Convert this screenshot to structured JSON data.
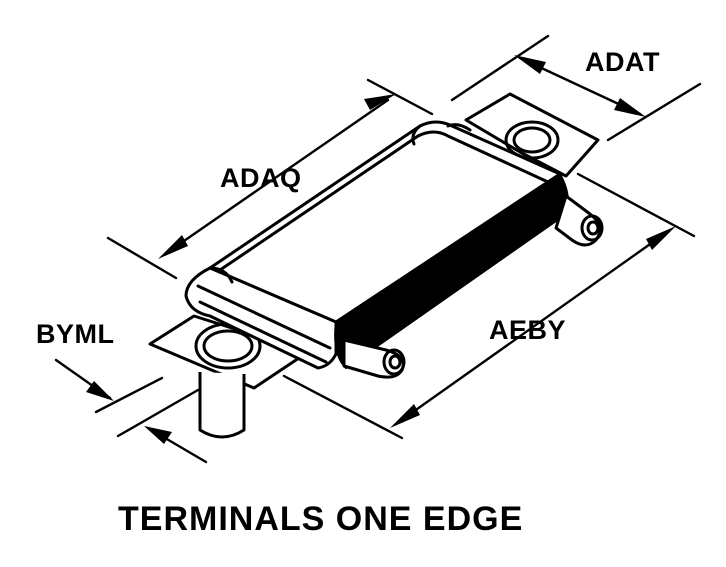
{
  "diagram": {
    "dimension_labels": {
      "adat": "ADAT",
      "adaq": "ADAQ",
      "byml": "BYML",
      "aeby": "AEBY"
    },
    "caption": "TERMINALS ONE EDGE",
    "colors": {
      "ink": "#000000",
      "paper": "#ffffff"
    }
  }
}
